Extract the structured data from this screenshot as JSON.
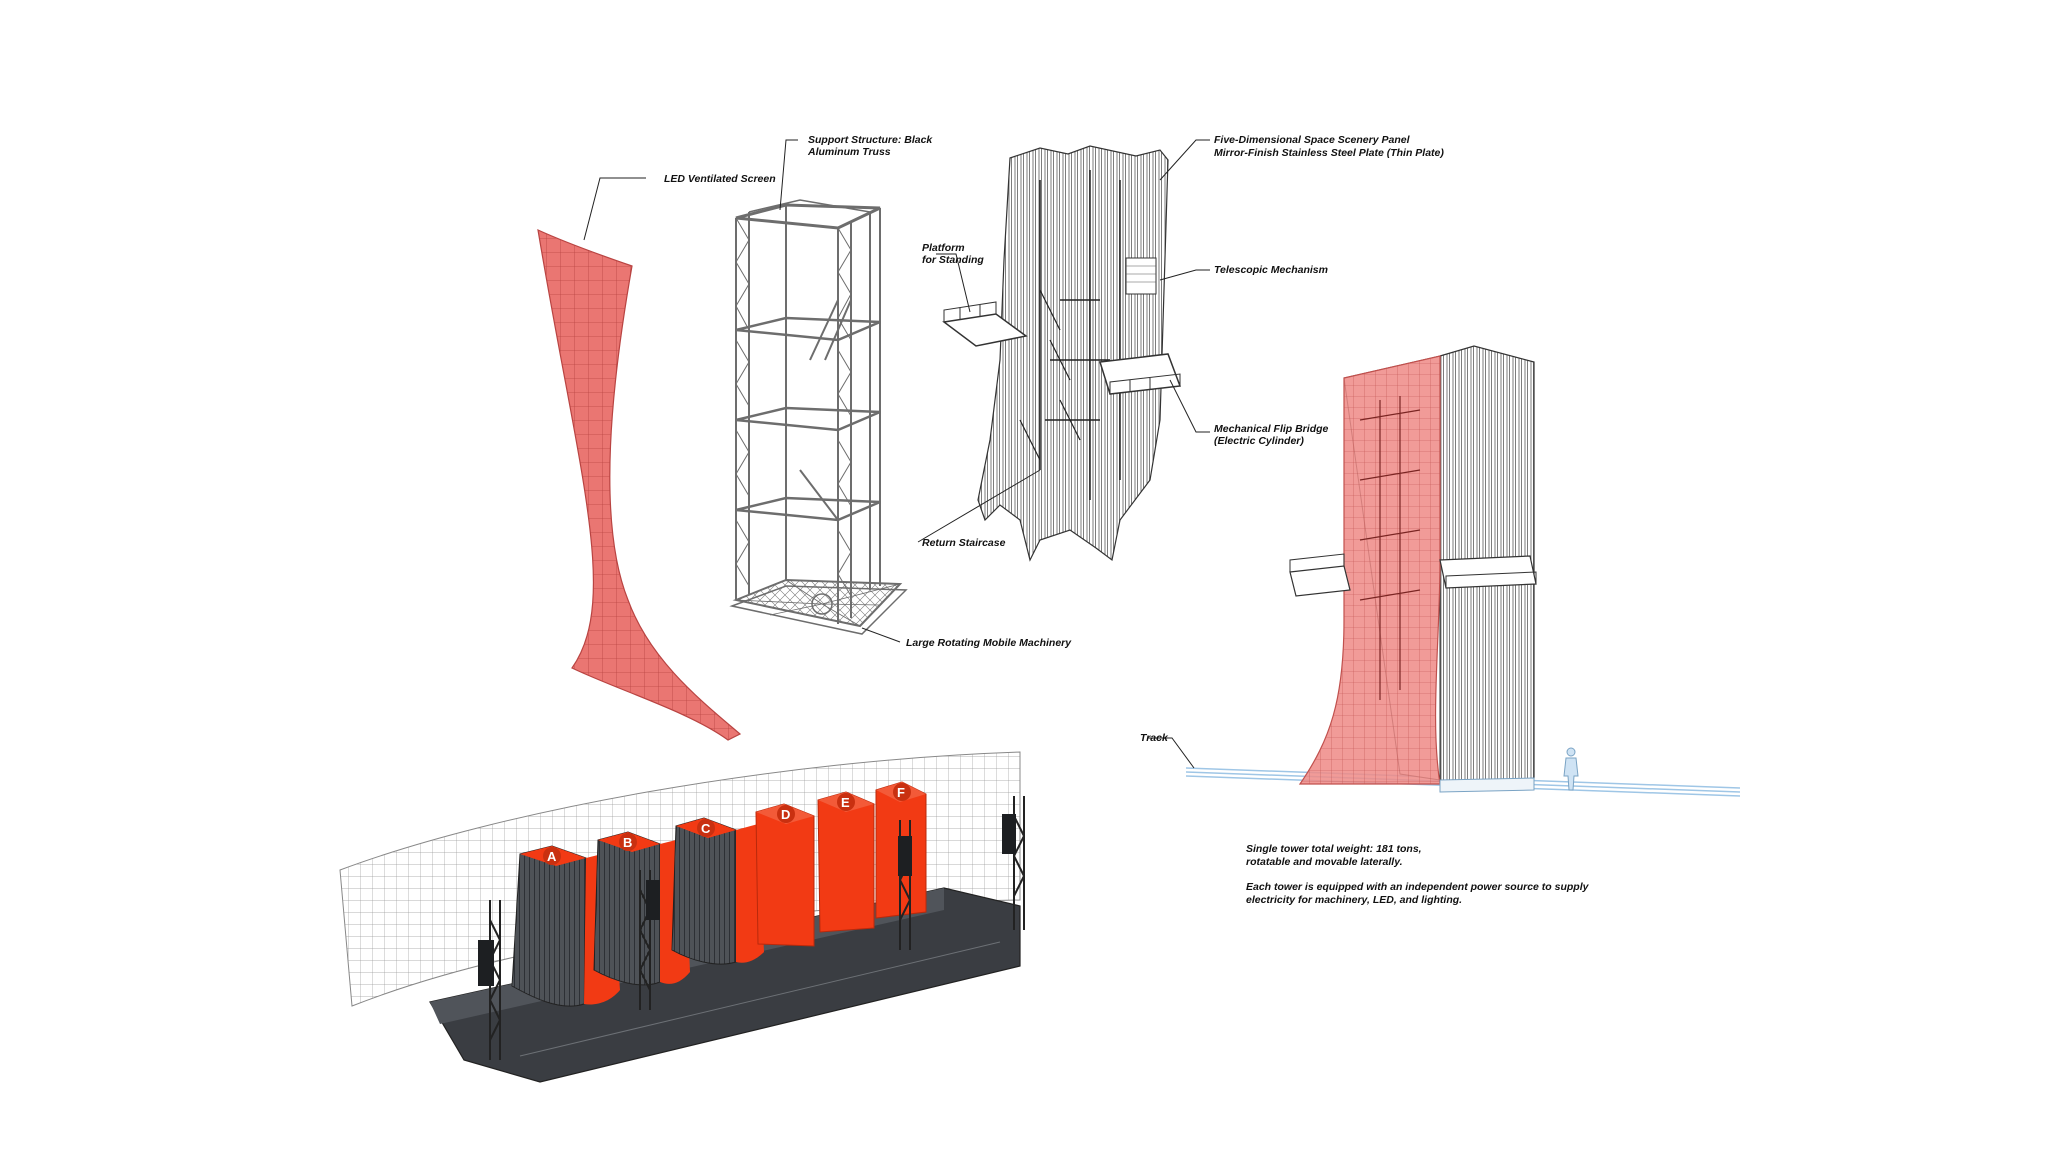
{
  "labels": {
    "led_screen": "LED Ventilated Screen",
    "support_line1": "Support Structure: Black",
    "support_line2": "Aluminum Truss",
    "platform_line1": "Platform",
    "platform_line2": "for Standing",
    "return_staircase": "Return Staircase",
    "rotating_machinery": "Large Rotating Mobile Machinery",
    "scenery_line1": "Five-Dimensional Space Scenery Panel",
    "scenery_line2": "Mirror-Finish Stainless Steel Plate (Thin Plate)",
    "telescopic": "Telescopic Mechanism",
    "flip_bridge_line1": "Mechanical Flip Bridge",
    "flip_bridge_line2": "(Electric Cylinder)",
    "track": "Track"
  },
  "notes": {
    "weight_line1": "Single tower total weight: 181 tons,",
    "weight_line2": "rotatable and movable laterally.",
    "power_line1": "Each tower is equipped with an independent power source to supply",
    "power_line2": "electricity for machinery, LED, and lighting."
  },
  "tower_letters": [
    "A",
    "B",
    "C",
    "D",
    "E",
    "F"
  ],
  "colors": {
    "led_red": "#e8706c",
    "tower_red": "#f23a14",
    "stage_dark": "#3a3d42",
    "line": "#555555",
    "track_blue": "#9fc6e6"
  }
}
